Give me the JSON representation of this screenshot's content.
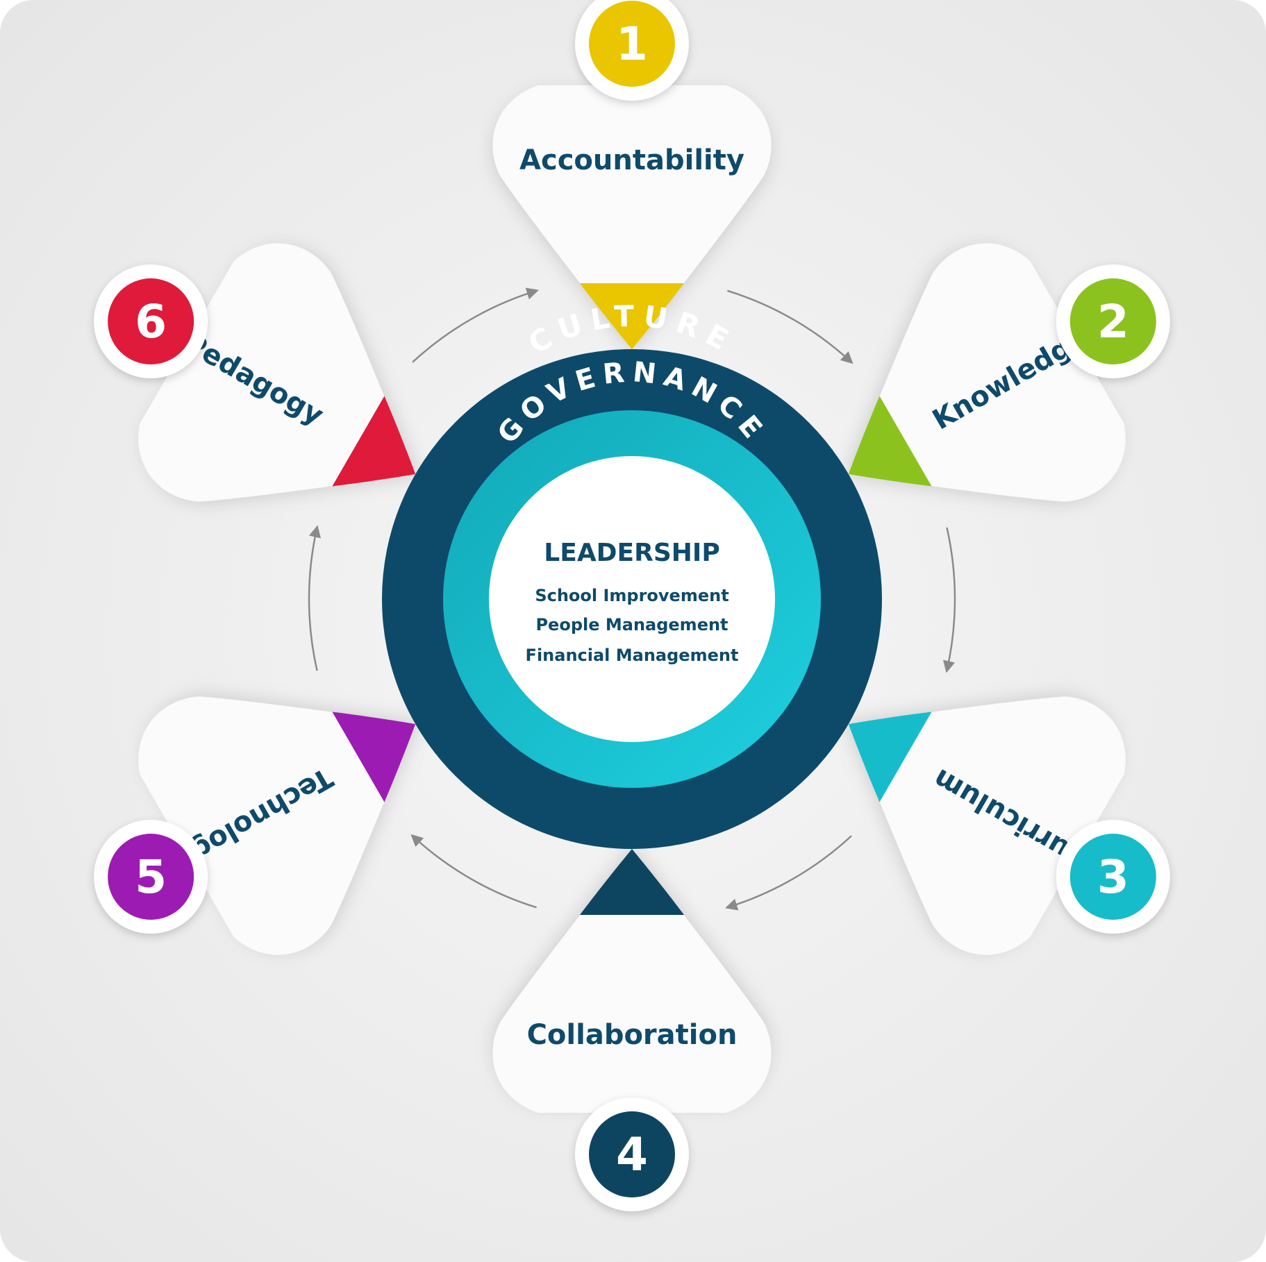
{
  "center": {
    "outer_ring": "CULTURE",
    "middle_ring": "GOVERNANCE",
    "title": "LEADERSHIP",
    "items": [
      "School Improvement",
      "People Management",
      "Financial Management"
    ]
  },
  "petals": [
    {
      "number": "1",
      "label": "Accountability",
      "color": "#e9c600"
    },
    {
      "number": "2",
      "label": "Knowledge",
      "color": "#8cc21e"
    },
    {
      "number": "3",
      "label": "Curriculum",
      "color": "#17bccb"
    },
    {
      "number": "4",
      "label": "Collaboration",
      "color": "#0d4561"
    },
    {
      "number": "5",
      "label": "Technology",
      "color": "#9c1cb3"
    },
    {
      "number": "6",
      "label": "Pedagogy",
      "color": "#e01a3a"
    }
  ],
  "colors": {
    "navy": "#0d4a6a",
    "teal": "#19c0d0",
    "text": "#0e4a6b",
    "petal_fill": "#fbfbfb",
    "background": "#ececec"
  }
}
